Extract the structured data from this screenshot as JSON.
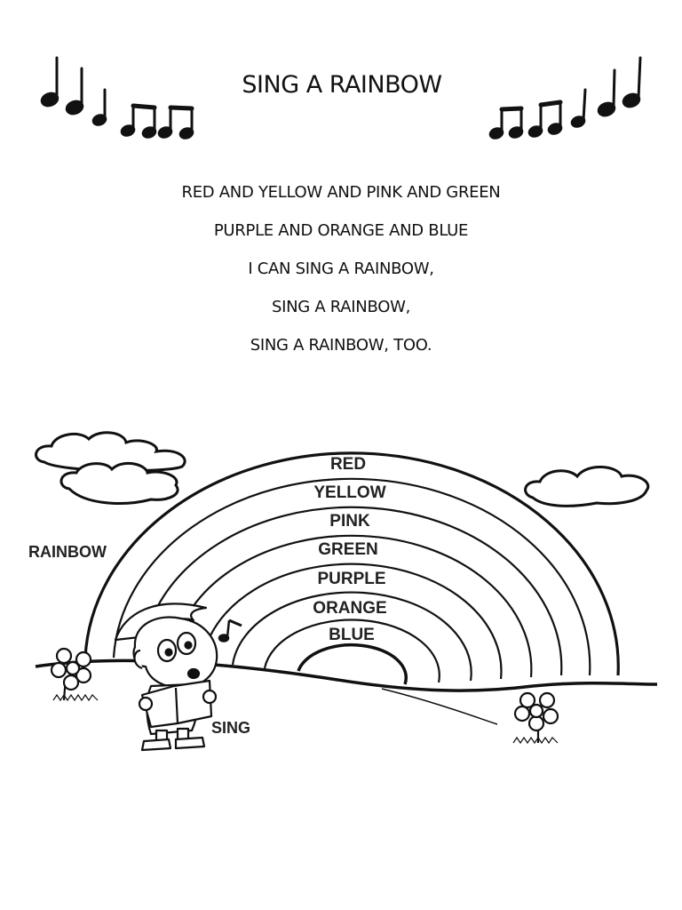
{
  "title": "SING A RAINBOW",
  "lyrics": [
    "RED AND YELLOW AND PINK AND GREEN",
    "PURPLE AND ORANGE AND BLUE",
    "I CAN SING A RAINBOW,",
    "SING A RAINBOW,",
    "SING A RAINBOW, TOO."
  ],
  "rainbow_colors": [
    "RED",
    "YELLOW",
    "PINK",
    "GREEN",
    "PURPLE",
    "ORANGE",
    "BLUE"
  ],
  "labels": {
    "rainbow": "RAINBOW",
    "sing": "SING"
  }
}
